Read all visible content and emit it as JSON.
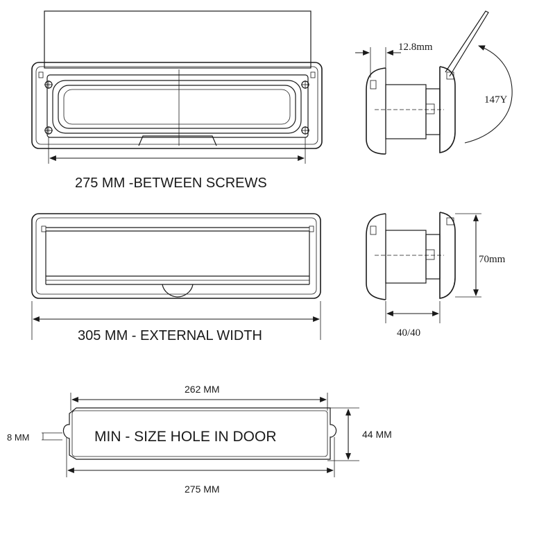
{
  "labels": {
    "between_screws": "275 MM -BETWEEN SCREWS",
    "external_width": "305 MM - EXTERNAL WIDTH",
    "flap_thickness": "12.8mm",
    "flap_angle": "147Y",
    "height": "70mm",
    "depth": "40/40",
    "hole_top": "262 MM",
    "hole_bottom": "275 MM",
    "hole_height": "44 MM",
    "slot": "8 MM",
    "hole_title": "MIN - SIZE HOLE IN DOOR"
  },
  "colors": {
    "ink": "#1a1a1a",
    "paper": "#ffffff"
  }
}
